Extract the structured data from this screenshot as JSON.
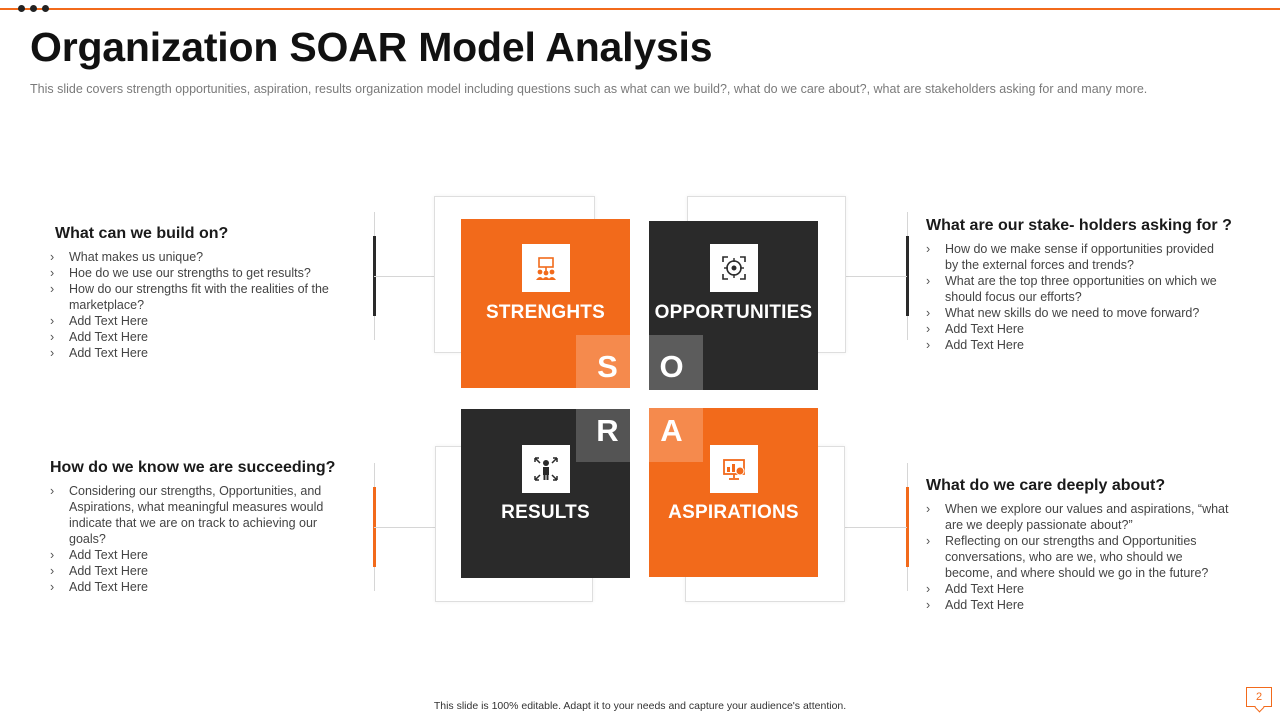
{
  "header": {
    "title": "Organization SOAR Model Analysis",
    "subtitle": "This slide covers strength opportunities, aspiration, results organization  model  including questions such as what can we build?, what do we care about?, what are stakeholders asking for and many more."
  },
  "colors": {
    "accent": "#f26a1b",
    "dark": "#2a2a2a"
  },
  "panels": {
    "build": {
      "heading": "What can we build  on?",
      "items": [
        "What makes us unique?",
        "Hoe do we use our strengths to get results?",
        "How do our strengths fit with the realities of the marketplace?",
        "Add Text Here",
        "Add Text Here",
        "Add Text Here"
      ]
    },
    "stakeholders": {
      "heading": "What are our stake- holders asking for ?",
      "items": [
        "How do we make sense if opportunities provided  by  the external forces and trends?",
        "What are the top three opportunities  on which we should focus our efforts?",
        "What new skills do we need to move forward?",
        "Add Text Here",
        "Add Text Here"
      ]
    },
    "succeeding": {
      "heading": "How do we know we  are succeeding?",
      "items": [
        "Considering our strengths, Opportunities, and Aspirations, what meaningful measures would indicate that we are on track to achieving  our goals?",
        "Add Text Here",
        "Add Text Here",
        "Add Text Here"
      ]
    },
    "care": {
      "heading": "What do we care deeply about?",
      "items": [
        "When we explore our values and aspirations, “what are we deeply passionate about?”",
        "Reflecting on our strengths and Opportunities conversations, who are we, who should we become, and where should we go in the future?",
        "Add Text Here",
        "Add Text Here"
      ]
    }
  },
  "boxes": {
    "strengths": {
      "label": "STRENGHTS",
      "icon": "team-presentation-icon"
    },
    "opportunities": {
      "label": "OPPORTUNITIES",
      "icon": "target-icon"
    },
    "results": {
      "label": "RESULTS",
      "icon": "network-people-icon"
    },
    "aspirations": {
      "label": "ASPIRATIONS",
      "icon": "monitor-chart-icon"
    }
  },
  "letters": {
    "s": "S",
    "o": "O",
    "r": "R",
    "a": "A"
  },
  "footer": "This slide is 100% editable.  Adapt it to your needs and capture your audience's attention.",
  "page_number": "2"
}
